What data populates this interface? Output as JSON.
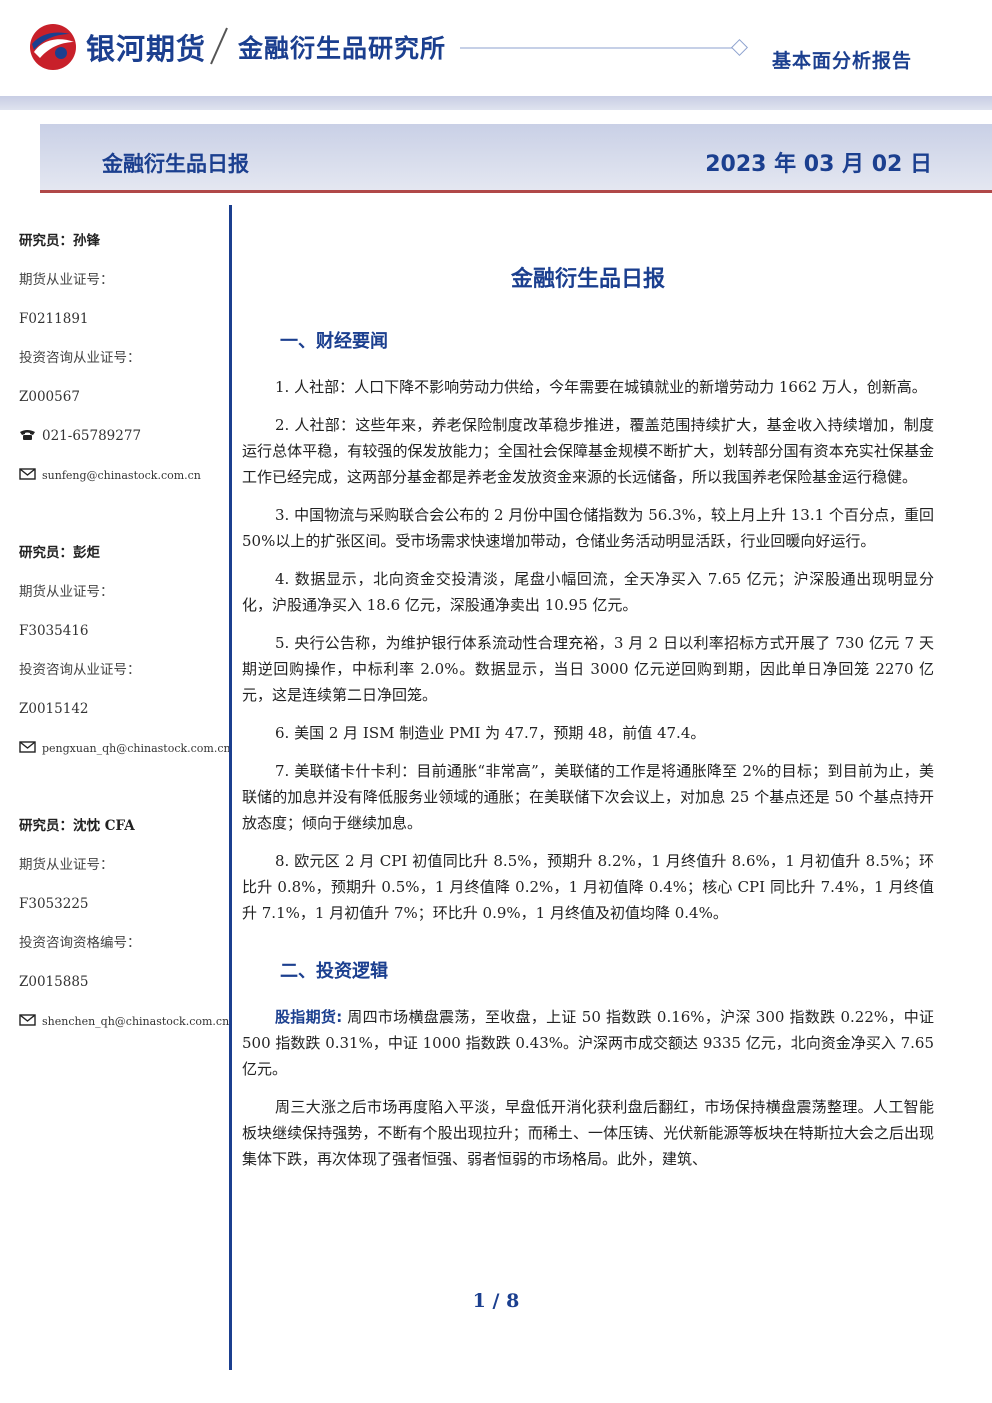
{
  "header": {
    "brand": "银河期货",
    "institute": "金融衍生品研究所",
    "report_type": "基本面分析报告"
  },
  "banner": {
    "title": "金融衍生品日报",
    "date": "2023 年 03 月 02 日"
  },
  "sidebar": {
    "analysts": [
      {
        "name_line": "研究员：孙锋",
        "futures_cert_label": "期货从业证号：",
        "futures_cert": "F0211891",
        "advisory_cert_label": "投资咨询从业证号：",
        "advisory_cert": "Z000567",
        "phone": "021-65789277",
        "email": "sunfeng@chinastock.com.cn"
      },
      {
        "name_line": "研究员：彭炬",
        "futures_cert_label": "期货从业证号：",
        "futures_cert": "F3035416",
        "advisory_cert_label": "投资咨询从业证号：",
        "advisory_cert": "Z0015142",
        "email": "pengxuan_qh@chinastock.com.cn"
      },
      {
        "name_line": "研究员：沈忱  CFA",
        "futures_cert_label": "期货从业证号：",
        "futures_cert": "F3053225",
        "advisory_cert_label": "投资咨询资格编号：",
        "advisory_cert": "Z0015885",
        "email": "shenchen_qh@chinastock.com.cn"
      }
    ]
  },
  "main": {
    "title": "金融衍生品日报",
    "section1": {
      "heading": "一、财经要闻",
      "items": [
        "1. 人社部：人口下降不影响劳动力供给，今年需要在城镇就业的新增劳动力 1662 万人，创新高。",
        "2. 人社部：这些年来，养老保险制度改革稳步推进，覆盖范围持续扩大，基金收入持续增加，制度运行总体平稳，有较强的保发放能力；全国社会保障基金规模不断扩大，划转部分国有资本充实社保基金工作已经完成，这两部分基金都是养老金发放资金来源的长远储备，所以我国养老保险基金运行稳健。",
        "3. 中国物流与采购联合会公布的 2 月份中国仓储指数为 56.3%，较上月上升 13.1 个百分点，重回 50%以上的扩张区间。受市场需求快速增加带动，仓储业务活动明显活跃，行业回暖向好运行。",
        "4. 数据显示，北向资金交投清淡，尾盘小幅回流，全天净买入 7.65 亿元；沪深股通出现明显分化，沪股通净买入 18.6 亿元，深股通净卖出 10.95 亿元。",
        "5. 央行公告称，为维护银行体系流动性合理充裕，3 月 2 日以利率招标方式开展了 730 亿元 7 天期逆回购操作，中标利率 2.0%。数据显示，当日 3000 亿元逆回购到期，因此单日净回笼 2270 亿元，这是连续第二日净回笼。",
        "6. 美国 2 月 ISM 制造业 PMI 为 47.7，预期 48，前值 47.4。",
        "7. 美联储卡什卡利：目前通胀“非常高”，美联储的工作是将通胀降至 2%的目标；到目前为止，美联储的加息并没有降低服务业领域的通胀；在美联储下次会议上，对加息 25 个基点还是 50 个基点持开放态度；倾向于继续加息。",
        "8. 欧元区 2 月 CPI 初值同比升 8.5%，预期升 8.2%，1 月终值升 8.6%，1 月初值升 8.5%；环比升 0.8%，预期升 0.5%，1 月终值降 0.2%，1 月初值降 0.4%；核心 CPI 同比升 7.4%，1 月终值升 7.1%，1 月初值升 7%；环比升 0.9%，1 月终值及初值均降 0.4%。"
      ]
    },
    "section2": {
      "heading": "二、投资逻辑",
      "lead_label": "股指期货:",
      "lead_text": " 周四市场横盘震荡，至收盘，上证 50 指数跌 0.16%，沪深 300 指数跌 0.22%，中证 500 指数跌 0.31%，中证 1000 指数跌 0.43%。沪深两市成交额达 9335 亿元，北向资金净买入 7.65 亿元。",
      "para2": "周三大涨之后市场再度陷入平淡，早盘低开消化获利盘后翻红，市场保持横盘震荡整理。人工智能板块继续保持强势，不断有个股出现拉升；而稀土、一体压铸、光伏新能源等板块在特斯拉大会之后出现集体下跌，再次体现了强者恒强、弱者恒弱的市场格局。此外，建筑、"
    }
  },
  "footer": {
    "page": "1",
    "separator": "/",
    "total": "8"
  }
}
